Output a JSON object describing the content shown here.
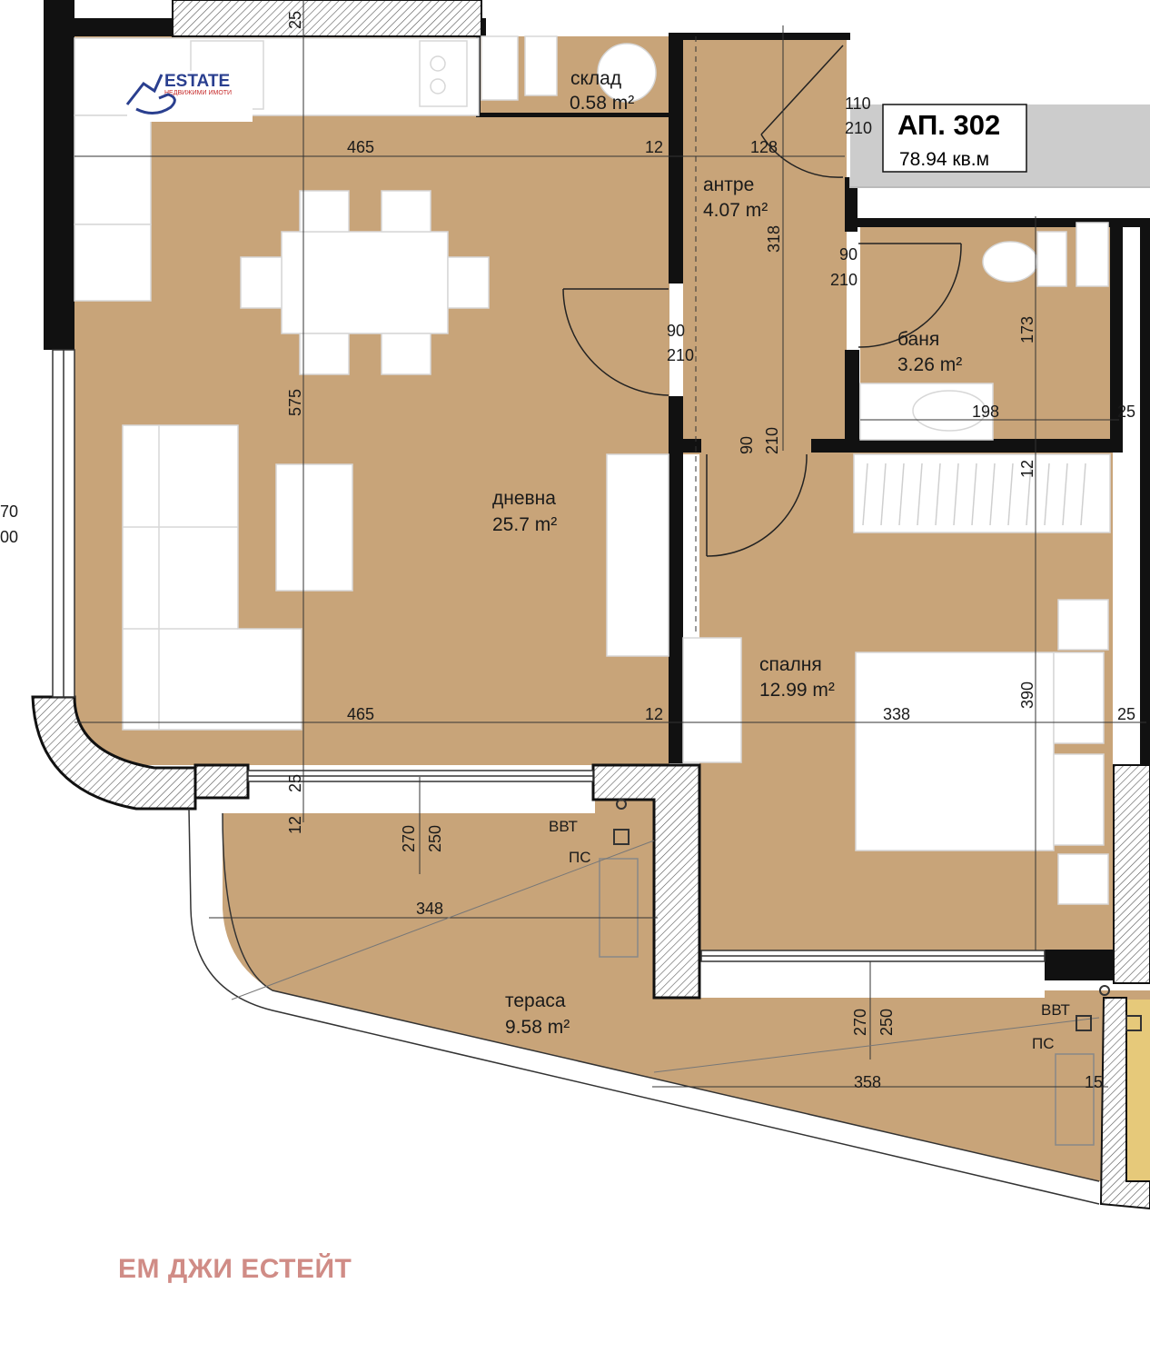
{
  "apartment": {
    "title": "АП. 302",
    "total_area": "78.94 кв.м"
  },
  "logo": {
    "text": "ESTATE",
    "subtext": "НЕДВИЖИМИ ИМОТИ",
    "colors": {
      "blue": "#2a3f8f",
      "red": "#c62828"
    }
  },
  "brand_name": "ЕМ ДЖИ ЕСТЕЙТ",
  "rooms": {
    "storage": {
      "name": "склад",
      "area": "0.58 m²"
    },
    "hall": {
      "name": "антре",
      "area": "4.07 m²"
    },
    "bathroom": {
      "name": "баня",
      "area": "3.26 m²"
    },
    "living": {
      "name": "дневна",
      "area": "25.7 m²"
    },
    "bedroom": {
      "name": "спалня",
      "area": "12.99 m²"
    },
    "terrace": {
      "name": "тераса",
      "area": "9.58 m²"
    }
  },
  "dimensions": {
    "living_width_top": "465",
    "wall_a": "12",
    "hall_width": "128",
    "entry_door_w": "110",
    "entry_door_h": "210",
    "hall_length": "318",
    "bath_door_w": "90",
    "bath_door_h": "210",
    "living_door_w": "90",
    "living_door_h": "210",
    "bed_door_w": "90",
    "bed_door_h": "210",
    "bath_height": "173",
    "bath_width": "198",
    "right_wall_a": "25",
    "bed_wall_top": "12",
    "living_height": "575",
    "living_width_bottom": "465",
    "wall_b": "12",
    "bed_width": "338",
    "right_wall_b": "25",
    "bed_height": "390",
    "top_wall": "25",
    "wall_terrace_a": "25",
    "wall_terrace_b": "12",
    "win1_h1": "270",
    "win1_h2": "250",
    "terrace_width_a": "348",
    "win2_h1": "270",
    "win2_h2": "250",
    "terrace_width_b": "358",
    "terrace_wall": "15",
    "left_cut_a": "70",
    "left_cut_b": "00"
  },
  "tags": {
    "vbt_1": "ВВТ",
    "ps_1": "ПС",
    "vbt_2": "ВВТ",
    "ps_2": "ПС"
  },
  "colors": {
    "floor": "#c8a479",
    "terrace_floor": "#c8a479",
    "wall": "#111111",
    "furniture": "#ffffff",
    "brand": "#d08c86",
    "title_bg": "#cccccc"
  }
}
